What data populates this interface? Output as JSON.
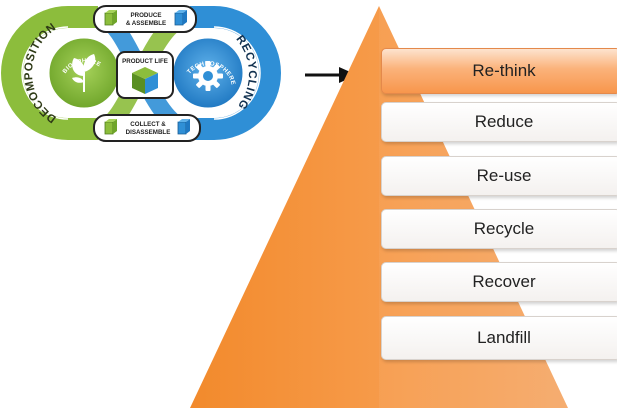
{
  "cycle": {
    "left_arc": "DECOMPOSITION",
    "right_arc": "RECYCLING",
    "biosphere": "BIOSPHERE",
    "technosphere": "TECHNOSPHERE",
    "product_life": "PRODUCT LIFE",
    "top_box_line1": "PRODUCE",
    "top_box_line2": "& ASSEMBLE",
    "bottom_box_line1": "COLLECT &",
    "bottom_box_line2": "DISASSEMBLE"
  },
  "hierarchy": {
    "steps": [
      "Re-think",
      "Reduce",
      "Re-use",
      "Recycle",
      "Recover",
      "Landfill"
    ]
  },
  "colors": {
    "green": "#8cbd3c",
    "blue": "#2f8fd6",
    "pyramid": "#f7943e",
    "highlight": "#f7964c"
  }
}
